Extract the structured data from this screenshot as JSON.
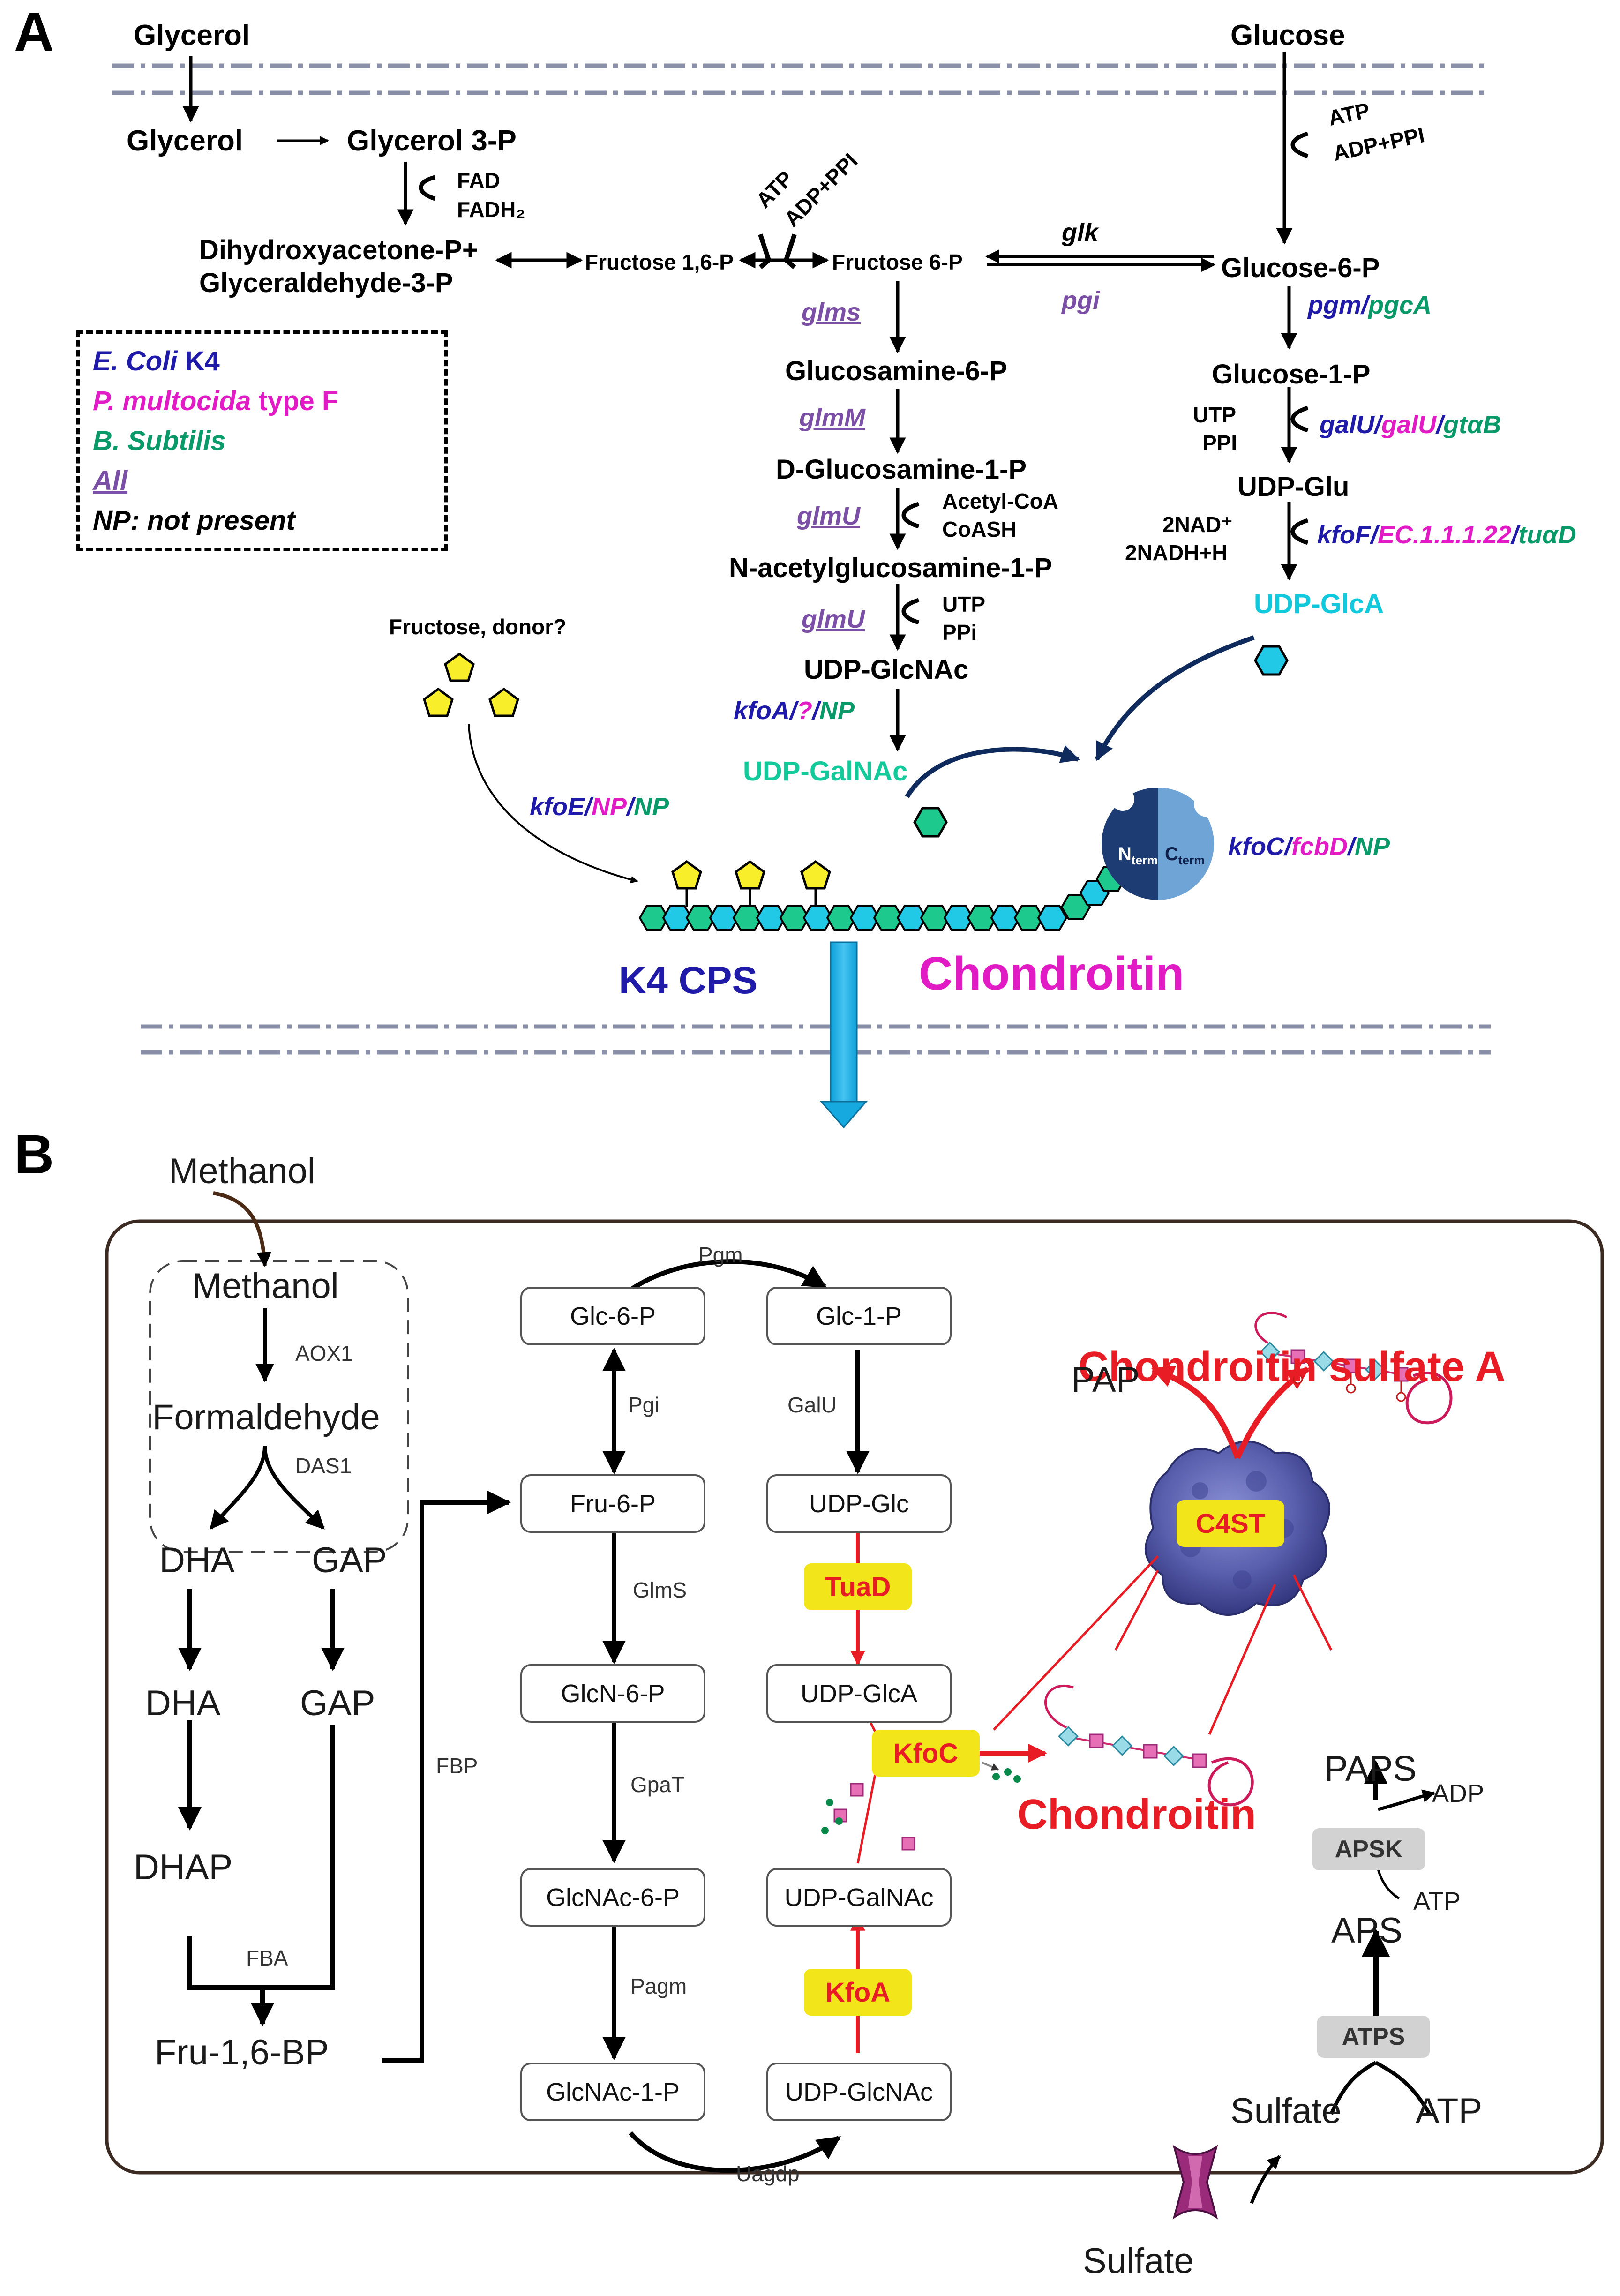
{
  "panel_a": {
    "letter": "A",
    "glycerol_outside": "Glycerol",
    "glucose_outside": "Glucose",
    "glycerol_inside": "Glycerol",
    "glycerol_3p": "Glycerol 3-P",
    "fad": "FAD",
    "fadh2": "FADH₂",
    "dhap_gap_line1": "Dihydroxyacetone-P+",
    "dhap_gap_line2": "Glyceraldehyde-3-P",
    "fructose_16p": "Fructose 1,6-P",
    "atp_top": "ATP",
    "adp_ppi_top": "ADP+PPI",
    "fructose_6p": "Fructose 6-P",
    "glk": "glk",
    "pgi": "pgi",
    "atp_right": "ATP",
    "adp_ppi_right": "ADP+PPI",
    "glucose_6p": "Glucose-6-P",
    "glms": "glms",
    "glucosamine_6p": "Glucosamine-6-P",
    "glmm": "glmM",
    "d_glucosamine_1p": "D-Glucosamine-1-P",
    "glmu1": "glmU",
    "acetyl_coa": "Acetyl-CoA",
    "coash": "CoASH",
    "n_acetylglucosamine_1p": "N-acetylglucosamine-1-P",
    "glmu2": "glmU",
    "utp_mid": "UTP",
    "ppi_mid": "PPi",
    "udp_glcnac": "UDP-GlcNAc",
    "kfoa_blue": "kfoA",
    "kfoa_mag": "?",
    "kfoa_green": "NP",
    "udp_galnac": "UDP-GalNAc",
    "pgm_blue": "pgm",
    "pgm_green": "pgcA",
    "glucose_1p": "Glucose-1-P",
    "utp_right": "UTP",
    "ppi_right": "PPI",
    "galu_blue": "galU",
    "galu_mag": "galU",
    "galu_green": "gtαB",
    "udp_glu": "UDP-Glu",
    "nad": "2NAD⁺",
    "nadh": "2NADH+H",
    "kfof_blue": "kfoF",
    "kfof_mag": "EC.1.1.1.22",
    "kfof_green": "tuαD",
    "udp_glca": "UDP-GlcA",
    "fructose_donor": "Fructose, donor?",
    "kfoe_blue": "kfoE",
    "kfoe_mag": "NP",
    "kfoe_green": "NP",
    "nterm": "N",
    "nterm_sub": "term",
    "cterm": "C",
    "cterm_sub": "term",
    "kfoc_blue": "kfoC",
    "kfoc_mag": "fcbD",
    "kfoc_green": "NP",
    "k4_cps": "K4 CPS",
    "chondroitin": "Chondroitin",
    "legend": {
      "ecoli_italic": "E. Coli",
      "ecoli_plain": " K4",
      "pmult_italic": "P. multocida",
      "pmult_plain": " type F",
      "bsub": "B. Subtilis",
      "all": "All",
      "np": "NP: not present"
    }
  },
  "panel_b": {
    "letter": "B",
    "methanol_outside": "Methanol",
    "methanol_inside": "Methanol",
    "aox1": "AOX1",
    "formaldehyde": "Formaldehyde",
    "das1": "DAS1",
    "dha_peroxi": "DHA",
    "gap_peroxi": "GAP",
    "dha": "DHA",
    "gap": "GAP",
    "dhap": "DHAP",
    "fba": "FBA",
    "fru16bp": "Fru-1,6-BP",
    "fbp": "FBP",
    "pgm": "Pgm",
    "glc6p": "Glc-6-P",
    "glc1p": "Glc-1-P",
    "pgi": "Pgi",
    "galu": "GalU",
    "fru6p": "Fru-6-P",
    "udp_glc": "UDP-Glc",
    "glms": "GlmS",
    "tuad": "TuaD",
    "glcn6p": "GlcN-6-P",
    "udp_glca": "UDP-GlcA",
    "gpat": "GpaT",
    "kfoc": "KfoC",
    "glcnac6p": "GlcNAc-6-P",
    "udp_galnac": "UDP-GalNAc",
    "pagm": "Pagm",
    "kfoa": "KfoA",
    "glcnac1p": "GlcNAc-1-P",
    "udp_glcnac": "UDP-GlcNAc",
    "uagdp": "Uagdp",
    "chondroitin": "Chondroitin",
    "chondroitin_sulfate_a": "Chondroitin sulfate A",
    "pap": "PAP",
    "c4st": "C4ST",
    "paps": "PAPS",
    "adp": "ADP",
    "apsk": "APSK",
    "atp1": "ATP",
    "aps": "APS",
    "atps": "ATPS",
    "sulfate_in": "Sulfate",
    "atp2": "ATP",
    "sulfate_out": "Sulfate"
  },
  "colors": {
    "ecoli": "#1f1aa8",
    "pmultocida": "#e21cc4",
    "bsubtilis": "#0a9a6a",
    "all": "#7b4fa5",
    "glca": "#11c8dc",
    "galnac": "#14c99a",
    "engineered": "#e81c24",
    "enzyme_highlight": "#f2e61a"
  },
  "icons": [
    "fructose-pentagon-icon",
    "glca-hexagon-icon",
    "galnac-hexagon-icon",
    "kfoc-enzyme-icon",
    "c4st-protein-icon",
    "sulfate-transporter-icon"
  ]
}
